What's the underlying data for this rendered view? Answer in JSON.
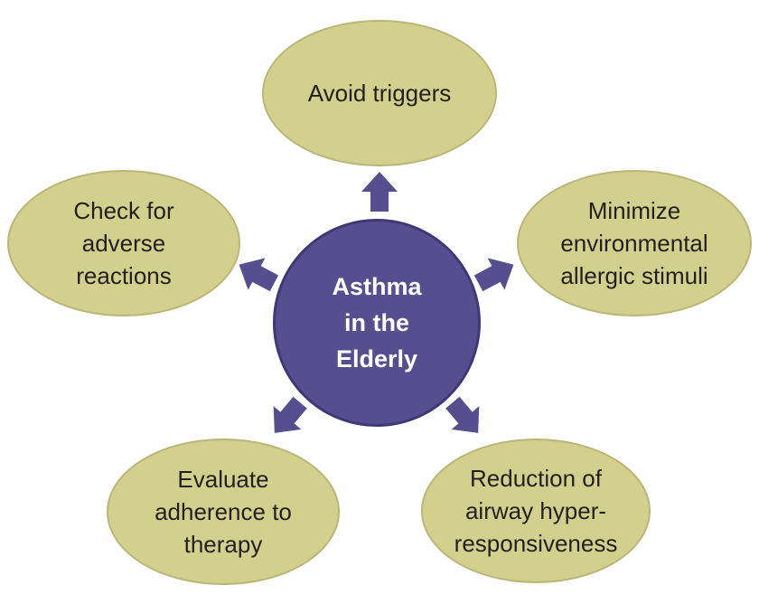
{
  "center": {
    "label": "Asthma\nin the\nElderly"
  },
  "nodes": [
    {
      "id": "avoid-triggers",
      "label": "Avoid triggers"
    },
    {
      "id": "minimize-allergic-stimuli",
      "label": "Minimize\nenvironmental\nallergic stimuli"
    },
    {
      "id": "reduce-hyperresponsiveness",
      "label": "Reduction of\nairway hyper-\nresponsiveness"
    },
    {
      "id": "evaluate-adherence",
      "label": "Evaluate\nadherence to\ntherapy"
    },
    {
      "id": "check-adverse-reactions",
      "label": "Check for\nadverse\nreactions"
    }
  ],
  "colors": {
    "center_fill": "#564e8f",
    "node_fill": "#d3d08e",
    "arrow": "#564e8f",
    "center_text": "#ffffff",
    "node_text": "#231f20"
  }
}
